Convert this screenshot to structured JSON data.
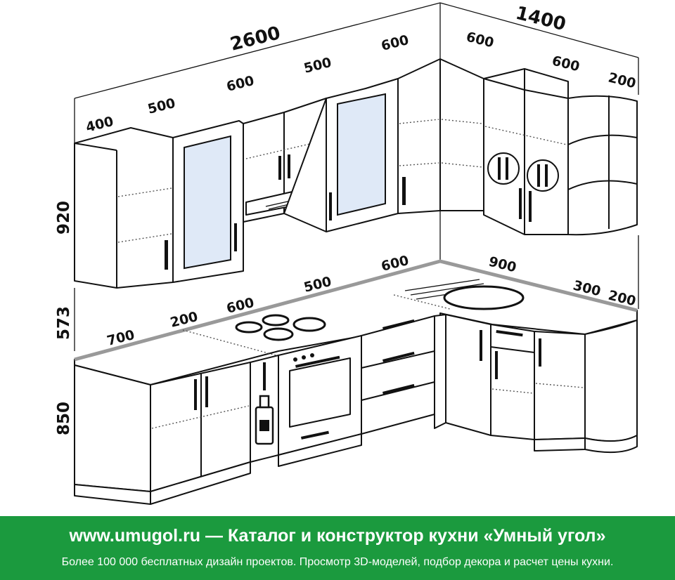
{
  "dimensions": {
    "top_left_total": "2600",
    "top_right_total": "1400",
    "wall_400": "400",
    "wall_500a": "500",
    "wall_600a": "600",
    "wall_500b": "500",
    "wall_600b": "600",
    "wall_600c": "600",
    "wall_600d": "600",
    "wall_200": "200",
    "height_920": "920",
    "height_573": "573",
    "height_850": "850",
    "base_700": "700",
    "base_200": "200",
    "base_600a": "600",
    "base_500": "500",
    "base_600b": "600",
    "base_900": "900",
    "base_300": "300",
    "base_200b": "200"
  },
  "banner": {
    "line1": "www.umugol.ru — Каталог и конструктор кухни «Умный угол»",
    "line2": "Более 100 000 бесплатных дизайн проектов. Просмотр 3D-моделей, подбор декора и расчет цены кухни."
  },
  "colors": {
    "banner": "#1b9a3e",
    "line": "#111111",
    "glass": "#dfe9f7"
  }
}
